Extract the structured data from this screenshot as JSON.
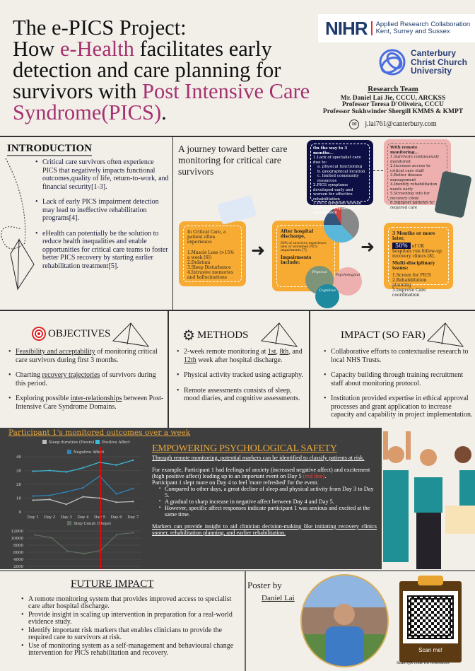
{
  "header": {
    "title_l1": "The e-PICS Project:",
    "title_l2a": "How ",
    "title_l2b": "e-Health",
    "title_l2c": " facilitates early",
    "title_l3": "detection and care planning for",
    "title_l4": "survivors with ",
    "title_l4b": "Post Intensive Care",
    "title_l5": "Syndrome(PICS)",
    "title_l5b": "."
  },
  "logos": {
    "nihr": "NIHR",
    "nihr_sub1": "Applied Research Collaboration",
    "nihr_sub2": "Kent, Surrey and Sussex",
    "cccu1": "Canterbury",
    "cccu2": "Christ Church",
    "cccu3": "University"
  },
  "team": {
    "heading": "Research Team",
    "members": [
      "Mr. Daniel Lai Jie, CCCU, ARCKSS",
      "Professor Teresa D'Oliveira, CCCU",
      "Professor Sukhwinder Shergill KMMS & KMPT"
    ],
    "email": "j.lai761@canterbury.com"
  },
  "intro": {
    "heading": "INTRODUCTION",
    "bullets": [
      "Critical care survivors often experience PICS that negatively impacts functional outcomes,quality of life, return-to-work, and financial security[1-3].",
      "Lack of early PICS impairment detection may lead to ineffective rehabilitation programs[4].",
      "eHealth can potentially be the solution to reduce health inequalities and enable opportunities for critical care teams to foster better PICS recovery by starting earlier rehabilitation treatment[5]."
    ]
  },
  "journey": {
    "title": "A journey toward better care monitoring for critical care survivors",
    "critical": {
      "heading": "In Critical Care, a patient often experience:",
      "items": [
        "1.Muscle Loss (>15% a week [6])",
        "2.Delirium",
        "3.Sleep Disturbance",
        "4.Intrusive memories and hallucinations"
      ]
    },
    "discharge": {
      "heading": "After hospital discharge,",
      "note": "60% of survivors experience new or worsened PICS impairments [7].",
      "impairments": "Impairments include:",
      "physical": "Physical",
      "psychological": "Psychological",
      "cognitive": "Cognitive"
    },
    "way": {
      "heading": "On the way to 3 months...",
      "items": [
        "1.Lack of specialist care due to:",
        "a. physical functioning",
        "b. geographical location",
        "c. limited community resources",
        "2.PICS symptoms developed early and worsen for effective rehabilitation",
        "3.PICS symptom worsen leading to unplanned ICU readmission"
      ]
    },
    "remote": {
      "heading": "With remote monitoring...",
      "items": [
        "1.Survivors continuously monitored",
        "2.Increase access to critical care staff",
        "3.Better disease management",
        "4.Identify rehabilitation needs early",
        "5.Screening info for recovery clinic",
        "6.Signpost patients to required care"
      ]
    },
    "later": {
      "heading": "3 Months or more later,",
      "pct": "50%",
      "pct_text": "of UK hospitals run follow-up recovery clinics [8].",
      "teams": "Multi-disciplinary teams:",
      "items": [
        "1.Screen for PICS",
        "2.Rehabilitation planning",
        "3.Improve Care coordination"
      ]
    }
  },
  "objectives": {
    "heading": "OBJECTIVES",
    "b1u": "Feasibility and acceptability",
    "b1": " of monitoring critical care survivors during first 3 months.",
    "b2a": "Charting ",
    "b2u": "recovery trajectories",
    "b2": " of survivors during this period.",
    "b3a": "Exploring possible ",
    "b3u": "inter-relationships",
    "b3": " between Post-Intensive Care Syndrome Domains."
  },
  "methods": {
    "heading": "METHODS",
    "b1a": "2-week remote monitoring at ",
    "w1": "1st",
    "c1": ", ",
    "w2": "8th",
    "c2": ", and ",
    "w3": "12th",
    "b1b": " week after hospital discharge.",
    "b2": "Physical activity tracked using actigraphy.",
    "b3": "Remote assessments consists of sleep, mood diaries, and cognitive assessments."
  },
  "impact": {
    "heading": "IMPACT (SO FAR)",
    "bullets": [
      "Collaborative efforts to contextualise research to local NHS Trusts.",
      "Capacity building through training recruitment staff about monitoring protocol.",
      "Institution provided expertise in ethical approval processes and grant application to increase capacity and capability in project implementation."
    ]
  },
  "chart_data": [
    {
      "type": "line",
      "title": "Participant 1's monitored outcomes over a week",
      "categories": [
        "Day 1",
        "Day 2",
        "Day 3",
        "Day 4",
        "Day 5",
        "Day 6",
        "Day 7"
      ],
      "ylim": [
        0,
        40
      ],
      "yticks": [
        0,
        10,
        20,
        30,
        40
      ],
      "series": [
        {
          "name": "Sleep duration (Hours)",
          "color": "#bdbdbd",
          "values": [
            8.5,
            9,
            5.5,
            11,
            10,
            7,
            7.5
          ]
        },
        {
          "name": "Positive Affect",
          "color": "#3db8d8",
          "values": [
            29.5,
            30,
            29,
            32,
            36,
            34,
            37.5
          ]
        },
        {
          "name": "Negative Affect",
          "color": "#2d86b8",
          "values": [
            11.5,
            12,
            14.5,
            17.5,
            26,
            13,
            17
          ]
        }
      ],
      "marker": {
        "category": "Day 5",
        "color": "#ff0000"
      }
    },
    {
      "type": "line",
      "categories": [
        "Day 1",
        "Day 2",
        "Day 3",
        "Day 4",
        "Day 5",
        "Day 6",
        "Day 7"
      ],
      "ylim": [
        0,
        12000
      ],
      "yticks": [
        0,
        2000,
        4000,
        6000,
        8000,
        10000,
        12000
      ],
      "series": [
        {
          "name": "Step Count (Steps)",
          "color": "#5d6e5e",
          "values": [
            10900,
            10100,
            6300,
            5600,
            6500,
            11000,
            11500
          ]
        }
      ],
      "marker": {
        "category": "Day 5",
        "color": "#ff0000"
      }
    }
  ],
  "empower": {
    "heading": "EMPOWERING PSYCHOLOGICAL SAFETY",
    "intro": "Through remote monitoring, potential markers can be identified to classify patients at risk.",
    "p1": "For example, Participant 1 had feelings of anxiety (increased negative affect) and excitement (high positive affect)  leading up to an important event on Day 5 ",
    "red": "(red line)",
    "p1end": ".",
    "p2": "Participant 1 slept more on Day 4 to feel 'more refreshed' for the event.",
    "bullets": [
      "Compared to other days, a great decline of sleep and physical activity from Day 3 to Day 5.",
      "A gradual to sharp increase in negative affect between Day 4 and Day 5.",
      "However, specific affect responses indicate participant 1 was anxious and excited at the same time."
    ],
    "conclusion": "Markers can provide insight to aid clinician decision-making like initiating recovery clinics sooner, rehabilitation planning, and earlier rehabilitation."
  },
  "future": {
    "heading": "FUTURE IMPACT",
    "bullets": [
      "A remote monitoring system that provides improved access to specialist care after hospital discharge.",
      "Provide insight in scaling up intervention in preparation for a real-world evidence study.",
      "Identify important risk markers that enables clinicians to provide the required care to survivors at risk.",
      "Use of monitoring system as a self-management and behavioural change intervention for PICS rehabilitation and recovery."
    ]
  },
  "poster": {
    "by": "Poster by",
    "name": "Daniel Lai",
    "scan": "Scan me!",
    "qr_note": "Scan QR code for references"
  }
}
